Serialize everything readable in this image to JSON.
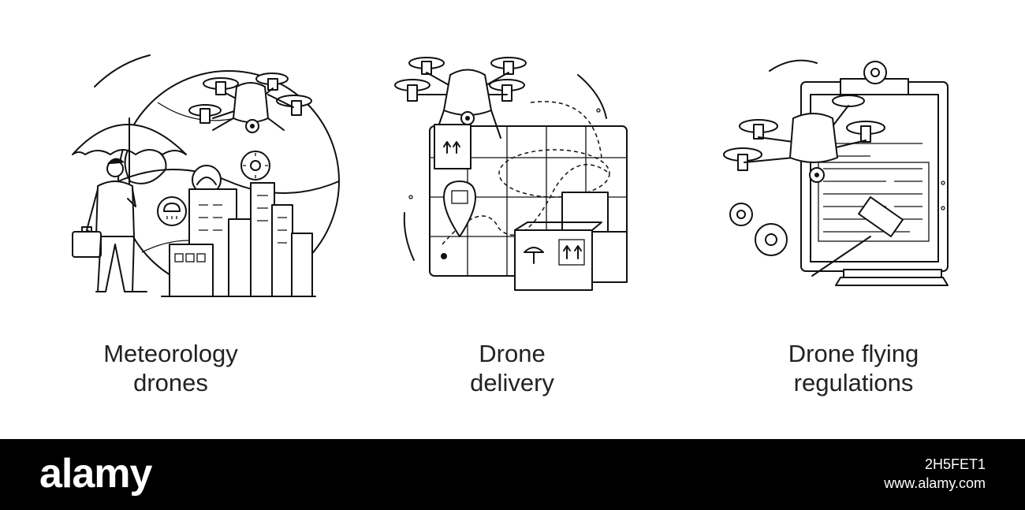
{
  "panels": [
    {
      "line1": "Meteorology",
      "line2": "drones",
      "illustration": "meteorology-drone-icon"
    },
    {
      "line1": "Drone",
      "line2": "delivery",
      "illustration": "delivery-drone-icon"
    },
    {
      "line1": "Drone flying",
      "line2": "regulations",
      "illustration": "regulations-drone-icon"
    }
  ],
  "watermark": {
    "logo_text": "alamy",
    "image_id": "2H5FET1",
    "site": "www.alamy.com"
  },
  "colors": {
    "line": "#111111",
    "background": "#ffffff",
    "footer": "#000000"
  }
}
